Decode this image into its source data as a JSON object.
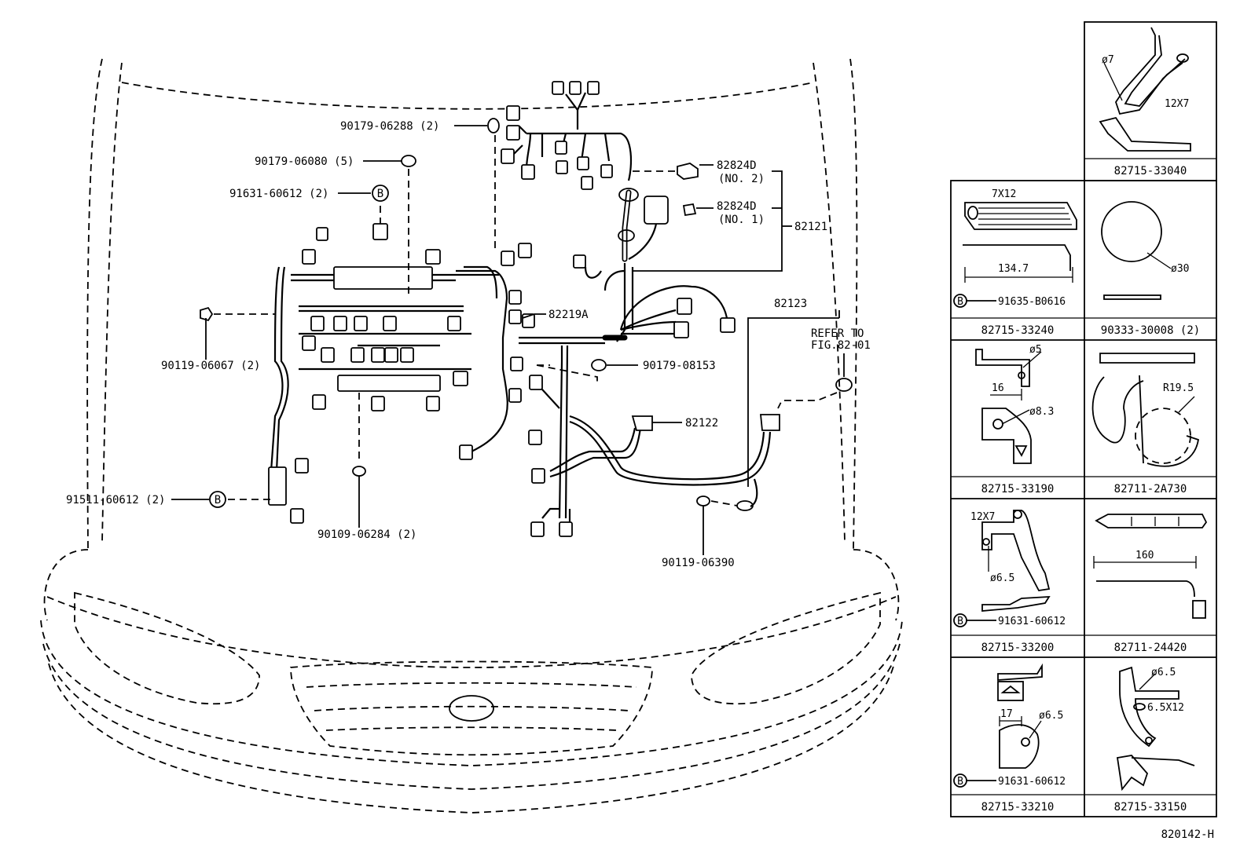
{
  "diagram_id": "820142-H",
  "callouts": {
    "c1": "90179-06288 (2)",
    "c2": "90179-06080 (5)",
    "c3": "91631-60612 (2)",
    "c4": "90119-06067 (2)",
    "c5": "91511-60612 (2)",
    "c6": "90109-06284 (2)",
    "c7": "90119-06390",
    "c8": "90179-08153",
    "c9": "82219A",
    "c10": "82122",
    "c11": "82123",
    "c12": "82121",
    "c13a": "82824D",
    "c13b": "(NO. 2)",
    "c14a": "82824D",
    "c14b": "(NO. 1)",
    "refer_a": "REFER TO",
    "refer_b": "FIG.82-01",
    "b_marker": "B"
  },
  "parts": {
    "p1": {
      "number": "82715-33040",
      "dims": [
        "ø7",
        "12X7"
      ]
    },
    "p2": {
      "number": "82715-33240",
      "dims": [
        "7X12",
        "134.7"
      ],
      "fastener": "91635-B0616"
    },
    "p3": {
      "number": "90333-30008 (2)",
      "dims": [
        "ø30"
      ]
    },
    "p4": {
      "number": "82715-33190",
      "dims": [
        "ø5",
        "16",
        "ø8.3"
      ]
    },
    "p5": {
      "number": "82711-2A730",
      "dims": [
        "R19.5"
      ]
    },
    "p6": {
      "number": "82715-33200",
      "dims": [
        "12X7",
        "ø6.5"
      ],
      "fastener": "91631-60612"
    },
    "p7": {
      "number": "82711-24420",
      "dims": [
        "160"
      ]
    },
    "p8": {
      "number": "82715-33210",
      "dims": [
        "17",
        "ø6.5"
      ],
      "fastener": "91631-60612"
    },
    "p9": {
      "number": "82715-33150",
      "dims": [
        "ø6.5",
        "6.5X12"
      ]
    }
  }
}
